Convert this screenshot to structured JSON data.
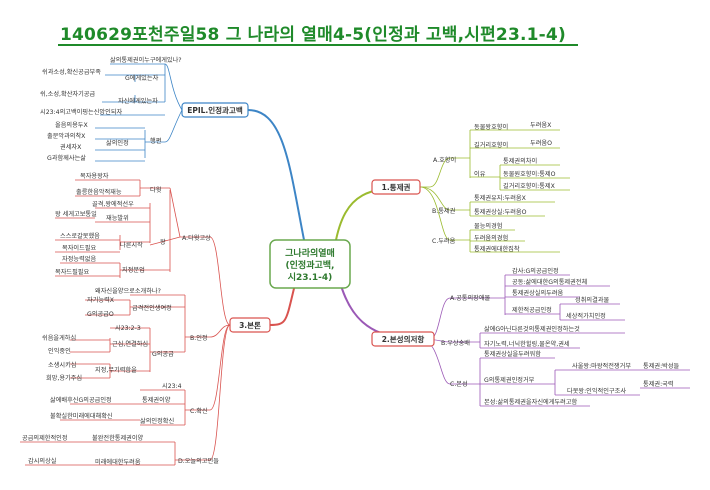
{
  "title": "140629포천주일58 그 나라의 열매4-5(인정과 고백,시편23.1-4)",
  "center": {
    "lines": [
      "그나라의열매",
      "(인정과고백,",
      "시23.1-4)"
    ],
    "color": "#6aa84f"
  },
  "colors": {
    "epil": "#3d85c6",
    "tonggyegwon": "#9bbb2f",
    "bonron": "#d9534f",
    "bonseong": "#9b59b6",
    "title": "#1f8a2a"
  },
  "branches": {
    "epil": {
      "label": "EPIL.인정과고백",
      "nodes": {
        "q": "삶의통제권이누구에게있나?",
        "g_label": "G에게있는자",
        "g_sub": "쉬과소성,확신공급부족",
        "self_label": "자신에게있는자",
        "self_sub": "쉬,소성,확산자기공급",
        "quote": "시23:4의고백이핑는신앙인되자",
        "acknow": "삶의인정",
        "haeng": "행편",
        "a1": "올음의용두X",
        "a2": "출문악과의착X",
        "a3": "권세자X",
        "a4": "G과함께사는삶"
      }
    },
    "tonggyegwon": {
      "label": "1.통제권",
      "a": "A.호향이",
      "a1": "동물왕호향이",
      "a1v": "두려움X",
      "a2": "길거리호향이",
      "a2v": "두려움O",
      "a3": "이유",
      "a3a": "통제권의차이",
      "a3b": "동물원호향이:통제O",
      "a3c": "길거리호향이:통제X",
      "b": "B.통제권",
      "b1": "통제권유지:두려움X",
      "b2": "통제권상실:두려움O",
      "c": "C.두려움",
      "c1": "물능의경험",
      "c2": "두려움의경험",
      "c3": "통제권에대한집착"
    },
    "bonseong": {
      "label": "2.본성의저항",
      "a": "A.공통의장애물",
      "a1": "감사:G의공급인정",
      "a2": "공동:삶에대한G의통제권전체",
      "a3": "통제권상실의두려움",
      "a4": "제한적공급인정",
      "a4a": "성취의결과물",
      "a4b": "세상적가치인정",
      "b": "B.우상숭배",
      "b1": "삶에G아닌다른것의통제권인정하는것",
      "b2": "자기노력,너닉한힐링,물온약,권세",
      "c": "C.본성",
      "c1": "통제권상실을두려워함",
      "c2": "G의통제권인정거부",
      "c2a": "사울왕:마왕적전쟁거부",
      "c2b": "다못왕:인익적인구조사",
      "c2a_v": "통제권:박성들",
      "c2b_v": "통제권:국력",
      "c3": "본성:삶의통제권을자신에게두려고함"
    },
    "bonron": {
      "label": "3.본론",
      "a": "A.다윗고상",
      "a1": "다윗",
      "a1a": "목자용왕자",
      "a1b": "출릉한음악적재능",
      "a2": "왕",
      "a2a": "골격,왕에적선우",
      "a2b": "재능발위",
      "a2c": "왕 세게고보통일",
      "a3": "나른시작",
      "a3a": "스스로갈못했음",
      "a3b": "목자이드필요",
      "a4": "지정분업",
      "a4a": "자정능력없음",
      "a4b": "목자드필필요",
      "b": "B.인정",
      "b1": "왜자신을양으로소개하나?",
      "b2": "급격전인생여정",
      "b2a": "자기능력X",
      "b2b": "G의공급O",
      "b3": "G의공급",
      "b3a": "시23:2-3",
      "b3b": "근심,연결하심",
      "b3b1": "쉬음을게하심",
      "b3b2": "인익중인",
      "b3c": "지정,무기력함을",
      "b3c1": "소생시키심",
      "b3c2": "희망,용기주심",
      "c": "C.확신",
      "c1": "시23:4",
      "c2": "통제권이양",
      "c2a": "삶에배후신G의공급인정",
      "c3": "삶의인정확신",
      "c3a": "불확실한미래에대해확신",
      "d": "D.오늘의고민들",
      "d1": "불완전한통제권이양",
      "d1a": "공급의제한적인정",
      "d2": "미래에대한두려움",
      "d2a": "감시의상실"
    }
  }
}
